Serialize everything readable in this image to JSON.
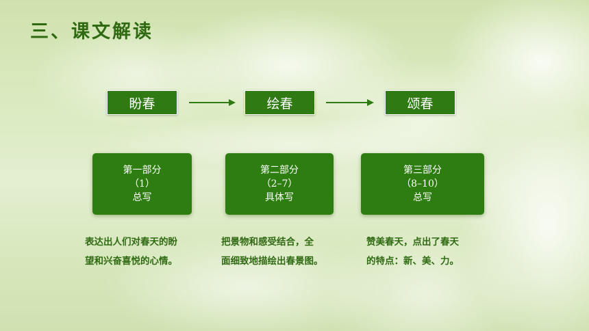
{
  "title": "三、课文解读",
  "stages": [
    "盼春",
    "绘春",
    "颂春"
  ],
  "parts": [
    {
      "heading": "第一部分",
      "range": "（1）",
      "type": "总写"
    },
    {
      "heading": "第二部分",
      "range": "（2–7）",
      "type": "具体写"
    },
    {
      "heading": "第三部分",
      "range": "（8–10）",
      "type": "总写"
    }
  ],
  "descriptions": [
    {
      "line1": "表达出人们对春天的盼",
      "line2": "望和兴奋喜悦的心情。"
    },
    {
      "line1": "把景物和感受结合，全",
      "line2": "面细致地描绘出春景图。"
    },
    {
      "line1": "赞美春天，点出了春天",
      "line2": "的特点：新、美、力。"
    }
  ],
  "colors": {
    "accent": "#2f7a12",
    "text": "#2f6a12",
    "box_border": "#ffffff"
  }
}
